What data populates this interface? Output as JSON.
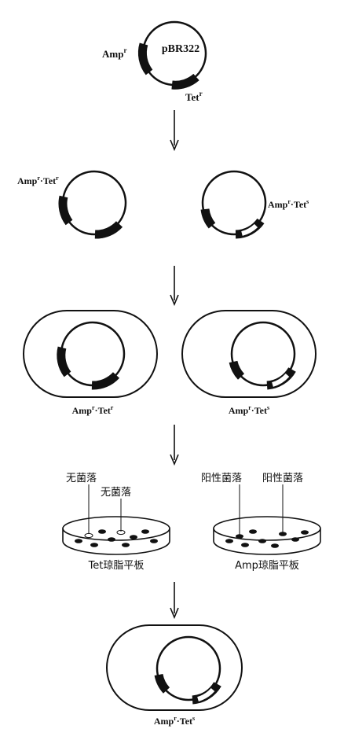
{
  "plasmid": {
    "name": "pBR322",
    "amp_gene": "Amp",
    "tet_gene": "Tet",
    "amp_sup": "r",
    "tet_sup": "r"
  },
  "recombinants": {
    "left": {
      "amp": "Amp",
      "amp_sup": "r",
      "sep": "·",
      "tet": "Tet",
      "tet_sup": "r"
    },
    "right": {
      "amp": "Amp",
      "amp_sup": "r",
      "sep": "·",
      "tet": "Tet",
      "tet_sup": "s"
    }
  },
  "cells": {
    "left": {
      "amp": "Amp",
      "amp_sup": "r",
      "sep": "·",
      "tet": "Tet",
      "tet_sup": "r"
    },
    "right": {
      "amp": "Amp",
      "amp_sup": "r",
      "sep": "·",
      "tet": "Tet",
      "tet_sup": "s"
    }
  },
  "plates": {
    "left": {
      "label": "Tet琼脂平板",
      "callout_1": "无菌落",
      "callout_2": "无菌落"
    },
    "right": {
      "label": "Amp琼脂平板",
      "callout_1": "阳性菌落",
      "callout_2": "阳性菌落"
    }
  },
  "final_cell": {
    "amp": "Amp",
    "amp_sup": "r",
    "sep": "·",
    "tet": "Tet",
    "tet_sup": "s"
  },
  "colors": {
    "ink": "#111111",
    "background": "#ffffff"
  }
}
